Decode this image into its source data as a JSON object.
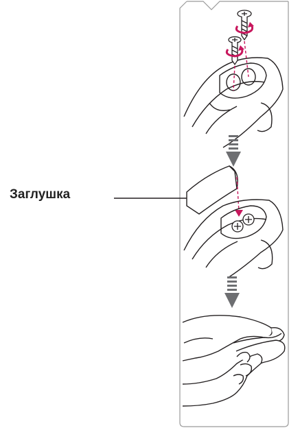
{
  "callout": {
    "label": "Заглушка"
  },
  "steps": [
    {
      "name": "screw-in-screws"
    },
    {
      "name": "attach-cap"
    },
    {
      "name": "cover-fitted"
    }
  ],
  "colors": {
    "line": "#231f20",
    "accent": "#c8175d",
    "arrow": "#6d6e71",
    "panel_border": "#9a9a9a"
  }
}
